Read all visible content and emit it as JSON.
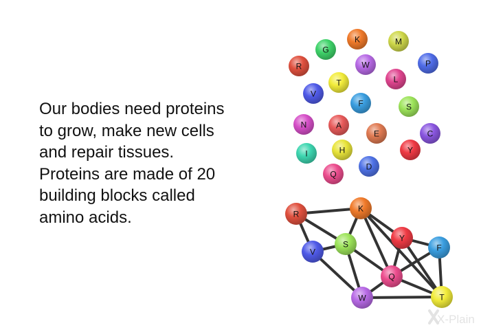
{
  "text": {
    "lines": [
      "Our bodies need proteins",
      "to grow, make new cells",
      "and repair tissues.",
      "Proteins are made of 20",
      "building blocks called",
      "amino acids."
    ]
  },
  "amino_acid_cluster": [
    {
      "letter": "K",
      "color": "#f07a2a"
    },
    {
      "letter": "M",
      "color": "#cfd84a"
    },
    {
      "letter": "G",
      "color": "#3fd36a"
    },
    {
      "letter": "W",
      "color": "#b86ae6"
    },
    {
      "letter": "P",
      "color": "#4f6ce8"
    },
    {
      "letter": "R",
      "color": "#e0503e"
    },
    {
      "letter": "L",
      "color": "#e0458f"
    },
    {
      "letter": "T",
      "color": "#f2ec3a"
    },
    {
      "letter": "V",
      "color": "#4f5ae8"
    },
    {
      "letter": "F",
      "color": "#3a9ee0"
    },
    {
      "letter": "S",
      "color": "#9de45a"
    },
    {
      "letter": "N",
      "color": "#d64fc8"
    },
    {
      "letter": "A",
      "color": "#e85a5a"
    },
    {
      "letter": "E",
      "color": "#e07a52"
    },
    {
      "letter": "C",
      "color": "#8a56e0"
    },
    {
      "letter": "I",
      "color": "#3dd6b0"
    },
    {
      "letter": "H",
      "color": "#e8e43a"
    },
    {
      "letter": "Y",
      "color": "#ef3a44"
    },
    {
      "letter": "D",
      "color": "#4f72e6"
    },
    {
      "letter": "Q",
      "color": "#ec4d8e"
    }
  ],
  "protein_network": {
    "nodes": [
      {
        "letter": "R",
        "color": "#e0503e"
      },
      {
        "letter": "K",
        "color": "#f07a2a"
      },
      {
        "letter": "V",
        "color": "#4f5ae8"
      },
      {
        "letter": "S",
        "color": "#9de45a"
      },
      {
        "letter": "Y",
        "color": "#ef3a44"
      },
      {
        "letter": "F",
        "color": "#3a9ee0"
      },
      {
        "letter": "Q",
        "color": "#ec4d8e"
      },
      {
        "letter": "W",
        "color": "#b86ae6"
      },
      {
        "letter": "T",
        "color": "#f2ec3a"
      }
    ],
    "edges": [
      [
        "R",
        "K"
      ],
      [
        "R",
        "S"
      ],
      [
        "R",
        "V"
      ],
      [
        "V",
        "S"
      ],
      [
        "S",
        "K"
      ],
      [
        "K",
        "Y"
      ],
      [
        "K",
        "Q"
      ],
      [
        "K",
        "T"
      ],
      [
        "Y",
        "F"
      ],
      [
        "Y",
        "Q"
      ],
      [
        "Y",
        "T"
      ],
      [
        "F",
        "Q"
      ],
      [
        "F",
        "T"
      ],
      [
        "S",
        "Q"
      ],
      [
        "S",
        "W"
      ],
      [
        "V",
        "W"
      ],
      [
        "W",
        "Q"
      ],
      [
        "W",
        "T"
      ],
      [
        "Q",
        "T"
      ]
    ],
    "edge_color": "#333333"
  },
  "watermark": {
    "text": "X-Plain"
  }
}
